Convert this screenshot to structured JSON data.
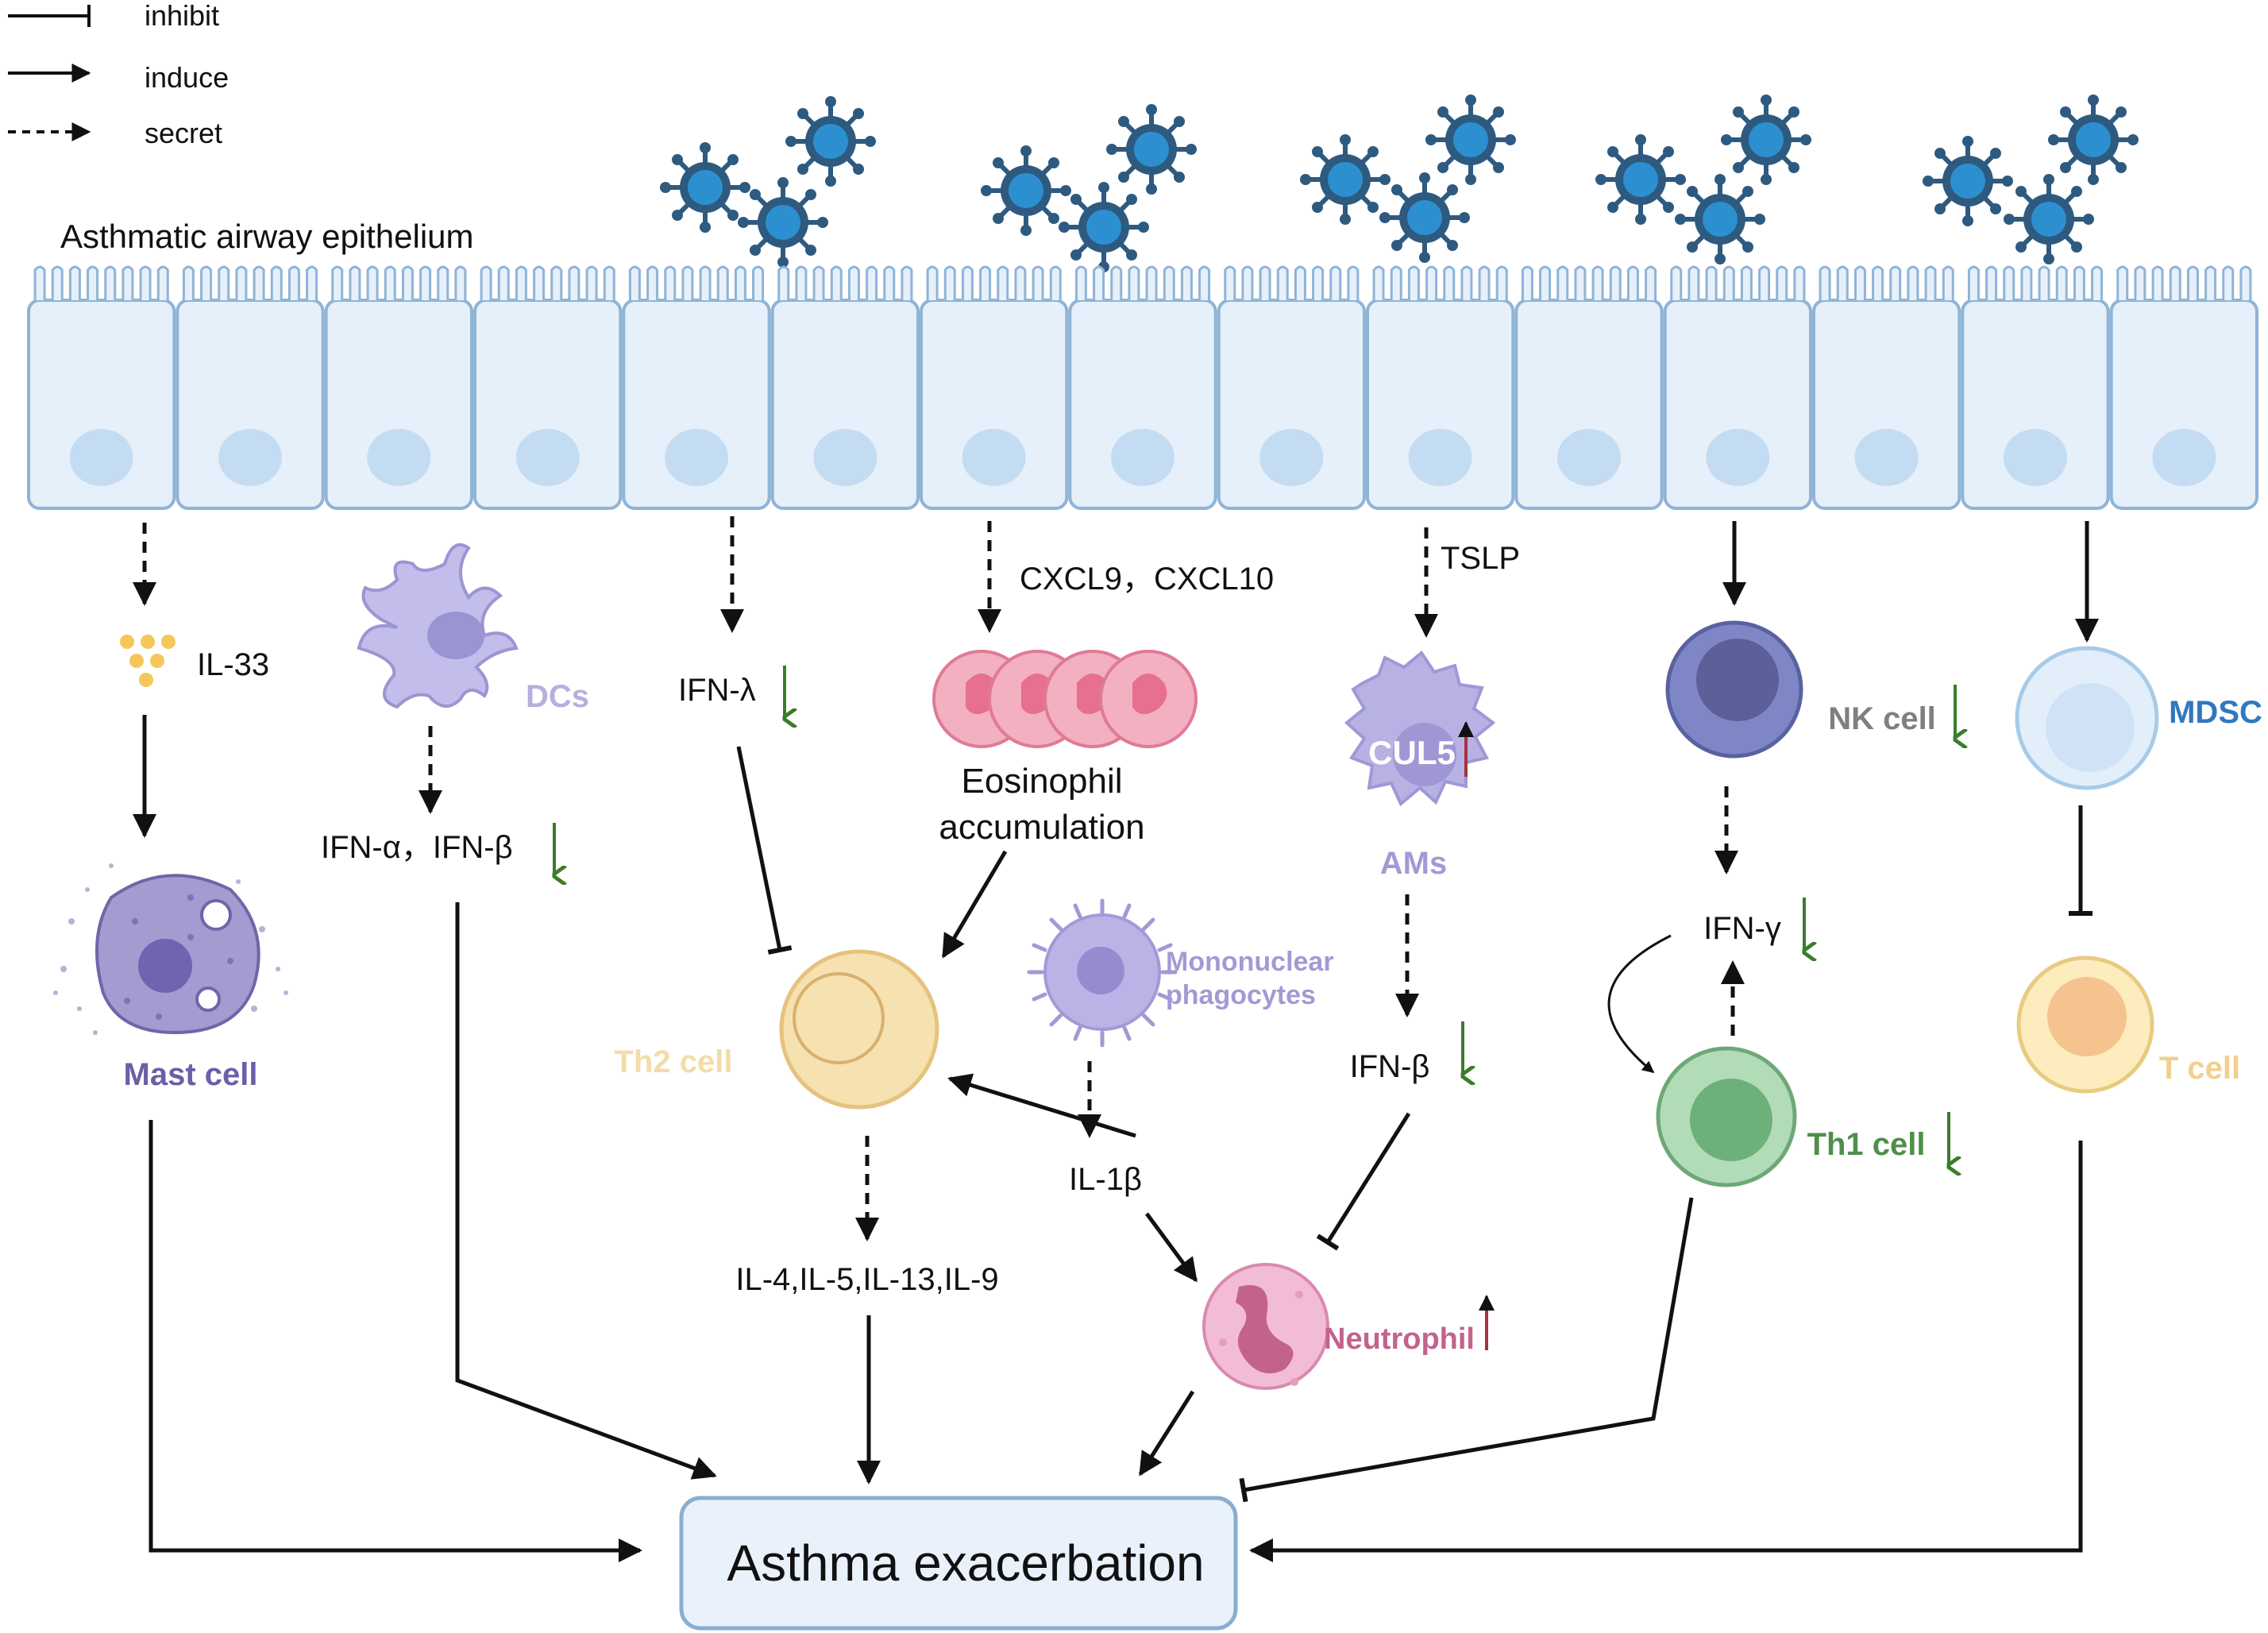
{
  "legend": {
    "inhibit": "inhibit",
    "induce": "induce",
    "secret": "secret"
  },
  "epithelium_label": "Asthmatic airway epithelium",
  "labels": {
    "il33": "IL-33",
    "mast_cell": "Mast cell",
    "dcs": "DCs",
    "ifn_ab": "IFN-α，IFN-β",
    "ifn_lambda": "IFN-λ",
    "cxcl": "CXCL9，CXCL10",
    "eosinophil_line1": "Eosinophil",
    "eosinophil_line2": "accumulation",
    "th2_cell": "Th2 cell",
    "mononuclear_line1": "Mononuclear",
    "mononuclear_line2": "phagocytes",
    "il1b": "IL-1β",
    "il_cytokines": "IL-4,IL-5,IL-13,IL-9",
    "tslp": "TSLP",
    "cul5": "CUL5",
    "ams": "AMs",
    "ifn_beta": "IFN-β",
    "neutrophil": "Neutrophil",
    "nk_cell": "NK cell",
    "ifn_gamma": "IFN-γ",
    "th1_cell": "Th1 cell",
    "mdsc": "MDSC",
    "t_cell": "T cell",
    "asthma": "Asthma exacerbation"
  },
  "colors": {
    "down_arrow": "#3a7d2a",
    "up_arrow": "#a8323c",
    "mast": "#6a5fa8",
    "dcs": "#b6b0dc",
    "eos": "#eea4b4",
    "th2": "#f3dca8",
    "mono": "#a29ad6",
    "neutro": "#c4628e",
    "nk": "#7f7f7f",
    "th1": "#4f8f4a",
    "mdsc": "#2f78c0",
    "tcell": "#f0d090",
    "epithelium": "#e6f0fa",
    "asthma_box": "#e9f1fa"
  }
}
